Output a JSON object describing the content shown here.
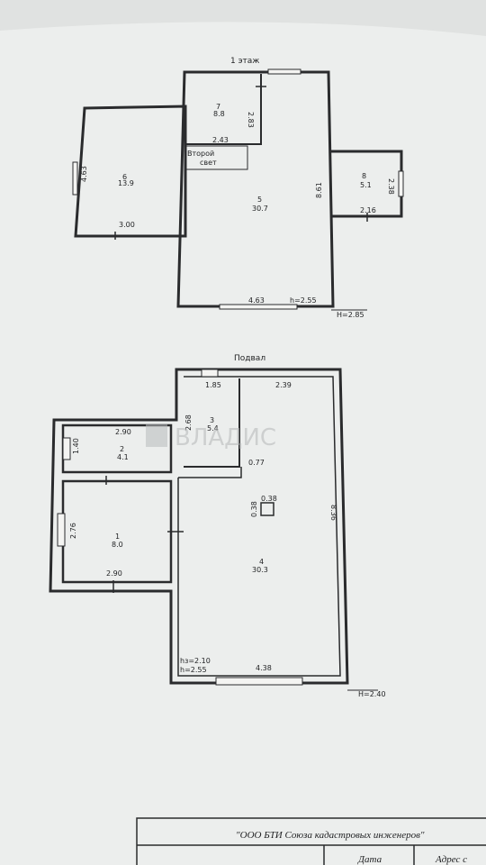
{
  "floor1": {
    "title": "1 этаж",
    "height_note": "H=2.85",
    "rooms": {
      "r7": {
        "num": "7",
        "area": "8.8"
      },
      "r6": {
        "num": "6",
        "area": "13.9"
      },
      "r5": {
        "num": "5",
        "area": "30.7"
      },
      "r8": {
        "num": "8",
        "area": "5.1"
      }
    },
    "second_light": {
      "line1": "Второй",
      "line2": "свет"
    },
    "dims": {
      "d283": "2.83",
      "d243": "2.43",
      "d463v": "4.63",
      "d300": "3.00",
      "d861": "8.61",
      "d238": "2.38",
      "d216": "2.16",
      "d463h": "4.63",
      "h255": "h=2.55"
    }
  },
  "basement": {
    "title": "Подвал",
    "height_note": "H=2.40",
    "rooms": {
      "r3": {
        "num": "3",
        "area": "5.4"
      },
      "r2": {
        "num": "2",
        "area": "4.1"
      },
      "r1": {
        "num": "1",
        "area": "8.0"
      },
      "r4": {
        "num": "4",
        "area": "30.3"
      }
    },
    "dims": {
      "d185": "1.85",
      "d239": "2.39",
      "d268": "2.68",
      "d290t": "2.90",
      "d140": "1.40",
      "d077": "0.77",
      "d836": "8.36",
      "d038a": "0.38",
      "d038b": "0.38",
      "d276": "2.76",
      "d290b": "2.90",
      "hz210": "hз=2.10",
      "h255": "h=2.55",
      "d438": "4.38"
    }
  },
  "watermark": "ВЛАДИС",
  "stamp": {
    "org": "\"ООО БТИ Союза кадастровых инженеров\"",
    "col1": "Дата",
    "col2": "Адрес с"
  }
}
